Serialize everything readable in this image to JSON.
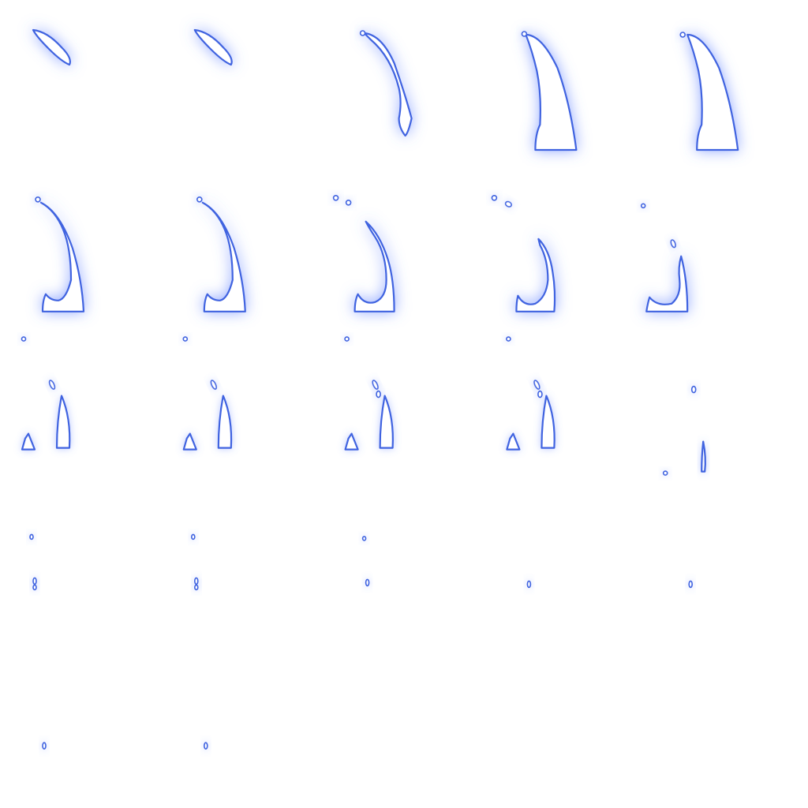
{
  "sprite_sheet": {
    "columns": 5,
    "rows": 5,
    "frame_count": 22,
    "style": {
      "fill": "#ffffff",
      "outline": "#3f63e0",
      "glow": "#5a7dff",
      "background": "#ffffff"
    },
    "frames": [
      {
        "shapes": [
          "crescent-small"
        ]
      },
      {
        "shapes": [
          "crescent-small"
        ]
      },
      {
        "shapes": [
          "crescent-tall",
          "speck"
        ]
      },
      {
        "shapes": [
          "crescent-wide",
          "speck"
        ]
      },
      {
        "shapes": [
          "crescent-wide",
          "speck"
        ]
      },
      {
        "shapes": [
          "hook-full",
          "speck"
        ]
      },
      {
        "shapes": [
          "hook-full",
          "speck"
        ]
      },
      {
        "shapes": [
          "hook-mid",
          "speck",
          "speck"
        ]
      },
      {
        "shapes": [
          "hook-mid",
          "speck",
          "speck"
        ]
      },
      {
        "shapes": [
          "hook-thin",
          "drop",
          "speck"
        ]
      },
      {
        "shapes": [
          "spike",
          "drop",
          "tri",
          "speck"
        ]
      },
      {
        "shapes": [
          "spike",
          "drop",
          "tri",
          "speck"
        ]
      },
      {
        "shapes": [
          "spike-small",
          "drop",
          "drop",
          "tri-small",
          "speck"
        ]
      },
      {
        "shapes": [
          "spike-small",
          "drop",
          "drop",
          "tri-small",
          "speck"
        ]
      },
      {
        "shapes": [
          "sliver",
          "drop",
          "dot"
        ]
      },
      {
        "shapes": [
          "drop",
          "drop",
          "speck"
        ]
      },
      {
        "shapes": [
          "drop",
          "drop",
          "speck"
        ]
      },
      {
        "shapes": [
          "drop",
          "speck"
        ]
      },
      {
        "shapes": [
          "drop"
        ]
      },
      {
        "shapes": [
          "drop"
        ]
      },
      {
        "shapes": [
          "drop"
        ]
      },
      {
        "shapes": [
          "drop"
        ]
      }
    ]
  }
}
